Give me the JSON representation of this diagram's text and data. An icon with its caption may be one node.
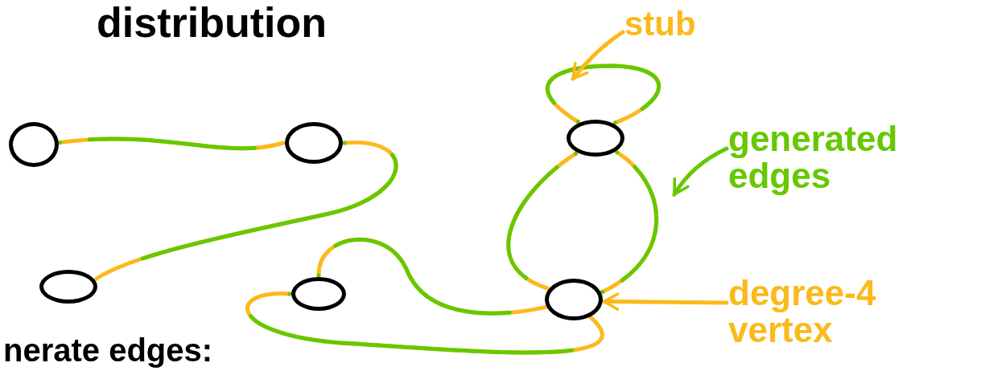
{
  "diagram": {
    "nodes": [
      {
        "text": [],
        "shape": "circle"
      },
      {
        "text": [],
        "shape": "circle"
      },
      {
        "text": [],
        "shape": "circle"
      },
      {
        "text": [],
        "shape": "circle"
      },
      {
        "text": [],
        "shape": "circle"
      },
      {
        "text": [],
        "shape": "circle"
      },
      {
        "text": [
          "stub"
        ]
      },
      {
        "text": [
          "generated edges"
        ]
      },
      {
        "text": [
          "degree-4 vertex"
        ]
      }
    ],
    "edges": [
      {
        "from": 0,
        "to": 1,
        "arrow": "none"
      },
      {
        "from": 1,
        "to": 2,
        "arrow": "none"
      },
      {
        "from": 4,
        "to": 4,
        "arrow": "none"
      },
      {
        "from": 4,
        "to": 5,
        "arrow": "none"
      },
      {
        "from": 4,
        "to": 5,
        "arrow": "none"
      },
      {
        "from": 3,
        "to": 5,
        "arrow": "none"
      },
      {
        "from": 3,
        "to": 5,
        "arrow": "none"
      },
      {
        "from": 6,
        "to": null,
        "arrow": "to",
        "color": "#fbb91b"
      },
      {
        "from": 7,
        "to": null,
        "arrow": "to",
        "color": "#66c800"
      },
      {
        "from": 8,
        "to": 5,
        "arrow": "to",
        "color": "#fbb91b"
      }
    ],
    "labels": [
      "distribution",
      "nerate edges:"
    ]
  }
}
